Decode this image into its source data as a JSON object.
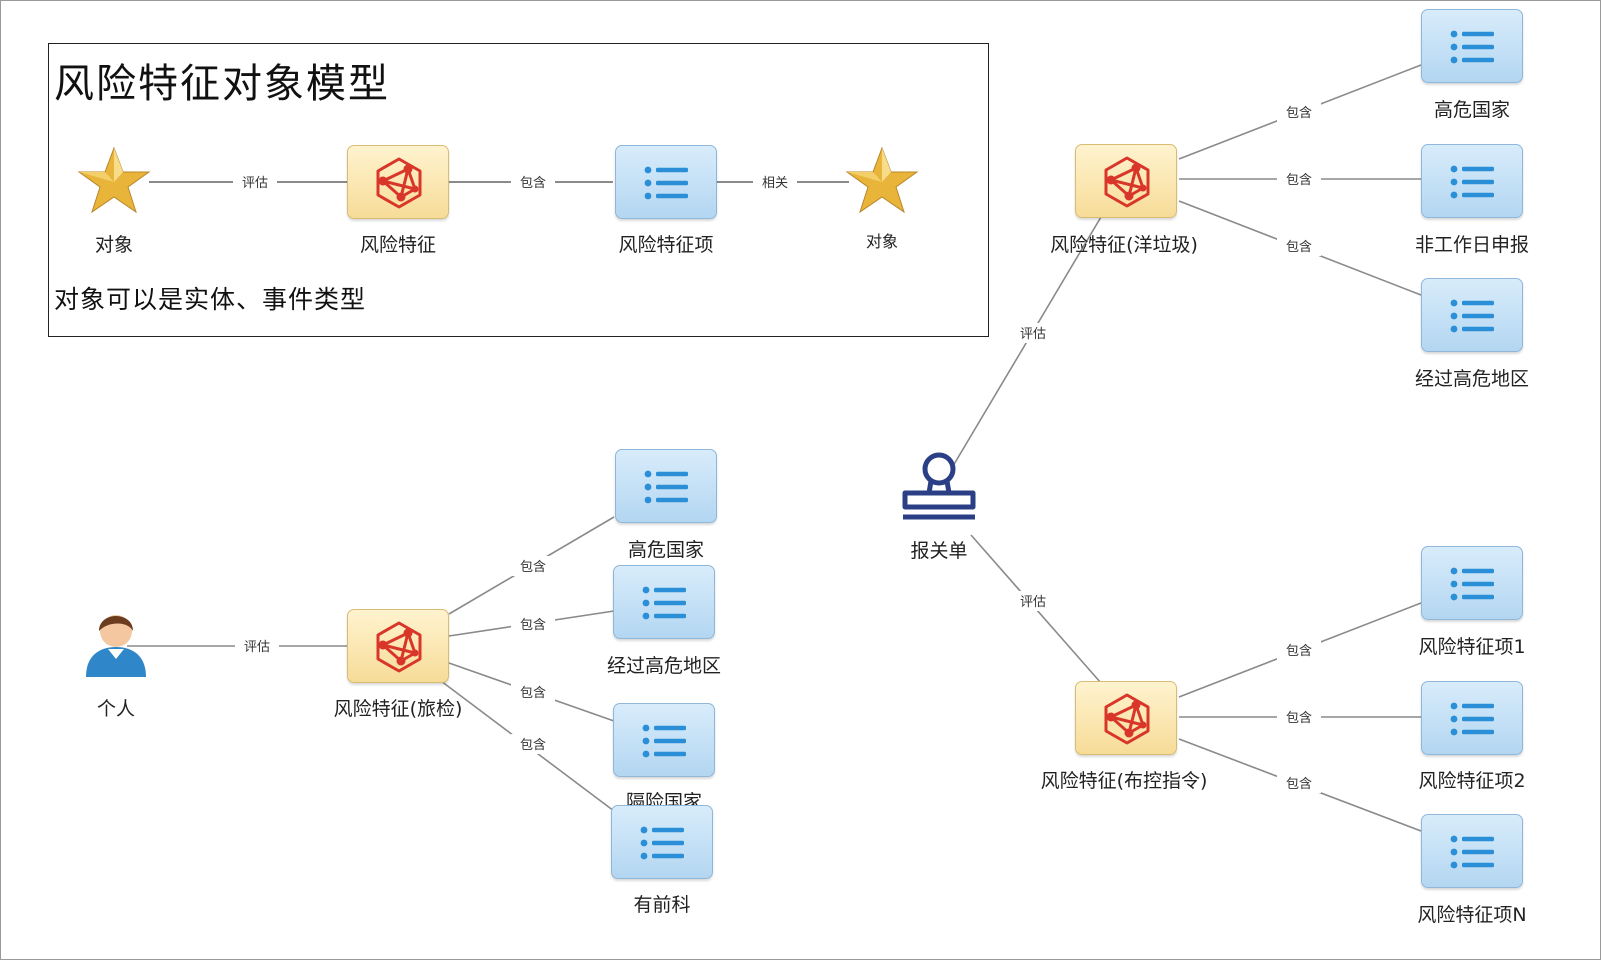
{
  "legend": {
    "title": "风险特征对象模型",
    "note": "对象可以是实体、事件类型",
    "nodes": {
      "object_left": "对象",
      "risk_feature": "风险特征",
      "risk_item": "风险特征项",
      "object_right": "对象"
    },
    "edges": {
      "evaluate": "评估",
      "contains": "包含",
      "related": "相关"
    }
  },
  "diagram": {
    "person": "个人",
    "declaration": "报关单",
    "risk_travel": "风险特征(旅检)",
    "risk_garbage": "风险特征(洋垃圾)",
    "risk_control": "风险特征(布控指令)",
    "travel_items": [
      "高危国家",
      "经过高危地区",
      "隔险国家",
      "有前科"
    ],
    "garbage_items": [
      "高危国家",
      "非工作日申报",
      "经过高危地区"
    ],
    "control_items": [
      "风险特征项1",
      "风险特征项2",
      "风险特征项N"
    ],
    "edge_evaluate": "评估",
    "edge_contains": "包含"
  },
  "colors": {
    "list_fill": "#c4e0f6",
    "list_icon": "#2a8fd6",
    "risk_fill": "#fbe7b2",
    "risk_icon": "#d9362a",
    "star": "#e8b53a",
    "stamp": "#2b3f86",
    "edge": "#8a8a8a"
  }
}
